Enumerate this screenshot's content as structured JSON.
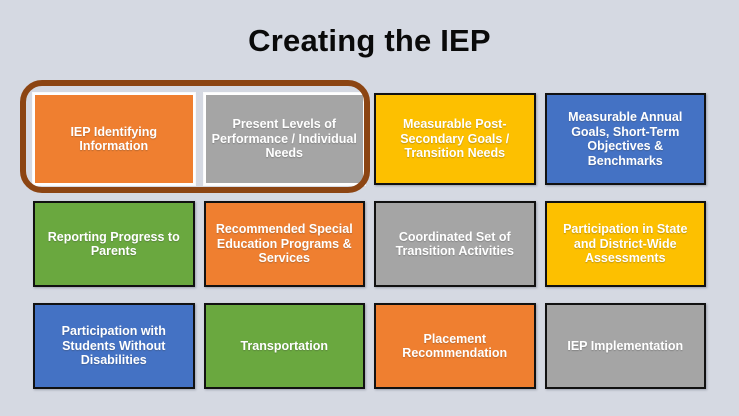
{
  "slide": {
    "title": "Creating the IEP",
    "background_color": "#d5d9e2",
    "title_color": "#0a0a0a"
  },
  "highlight": {
    "name": "brown-highlight-ring",
    "color": "#8c4513",
    "encloses": [
      "IEP Identifying Information",
      "Present Levels of Performance / Individual Needs"
    ]
  },
  "palette": {
    "orange": "#ef7f30",
    "grey": "#a5a5a5",
    "yellow": "#fdc000",
    "blue": "#4472c4",
    "green": "#6aa83f",
    "box_border": "#111111",
    "label_text": "#ffffff"
  },
  "grid": {
    "rows": 3,
    "columns": 4,
    "boxes": [
      {
        "label": "IEP Identifying Information",
        "color": "orange",
        "highlighted": true
      },
      {
        "label": "Present Levels of Performance / Individual Needs",
        "color": "grey",
        "highlighted": true
      },
      {
        "label": "Measurable Post-Secondary Goals / Transition Needs",
        "color": "yellow",
        "highlighted": false
      },
      {
        "label": "Measurable Annual Goals, Short-Term Objectives & Benchmarks",
        "color": "blue",
        "highlighted": false
      },
      {
        "label": "Reporting Progress to Parents",
        "color": "green",
        "highlighted": false
      },
      {
        "label": "Recommended Special Education Programs & Services",
        "color": "orange",
        "highlighted": false
      },
      {
        "label": "Coordinated Set of Transition Activities",
        "color": "grey",
        "highlighted": false
      },
      {
        "label": "Participation in State and District-Wide Assessments",
        "color": "yellow",
        "highlighted": false
      },
      {
        "label": "Participation with Students Without Disabilities",
        "color": "blue",
        "highlighted": false
      },
      {
        "label": "Transportation",
        "color": "green",
        "highlighted": false
      },
      {
        "label": "Placement Recommendation",
        "color": "orange",
        "highlighted": false
      },
      {
        "label": "IEP Implementation",
        "color": "grey",
        "highlighted": false
      }
    ]
  }
}
